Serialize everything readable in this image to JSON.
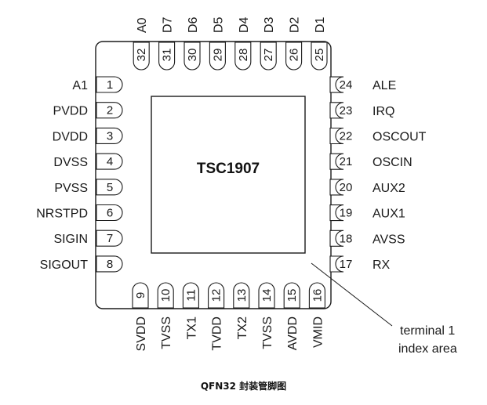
{
  "package": {
    "chip_label": "TSC1907",
    "caption": "QFN32 封装管脚图",
    "index_note_line1": "terminal 1",
    "index_note_line2": "index area"
  },
  "pins": {
    "left": [
      {
        "num": "1",
        "name": "A1"
      },
      {
        "num": "2",
        "name": "PVDD"
      },
      {
        "num": "3",
        "name": "DVDD"
      },
      {
        "num": "4",
        "name": "DVSS"
      },
      {
        "num": "5",
        "name": "PVSS"
      },
      {
        "num": "6",
        "name": "NRSTPD"
      },
      {
        "num": "7",
        "name": "SIGIN"
      },
      {
        "num": "8",
        "name": "SIGOUT"
      }
    ],
    "bottom": [
      {
        "num": "9",
        "name": "SVDD"
      },
      {
        "num": "10",
        "name": "TVSS"
      },
      {
        "num": "11",
        "name": "TX1"
      },
      {
        "num": "12",
        "name": "TVDD"
      },
      {
        "num": "13",
        "name": "TX2"
      },
      {
        "num": "14",
        "name": "TVSS"
      },
      {
        "num": "15",
        "name": "AVDD"
      },
      {
        "num": "16",
        "name": "VMID"
      }
    ],
    "right": [
      {
        "num": "17",
        "name": "RX"
      },
      {
        "num": "18",
        "name": "AVSS"
      },
      {
        "num": "19",
        "name": "AUX1"
      },
      {
        "num": "20",
        "name": "AUX2"
      },
      {
        "num": "21",
        "name": "OSCIN"
      },
      {
        "num": "22",
        "name": "OSCOUT"
      },
      {
        "num": "23",
        "name": "IRQ"
      },
      {
        "num": "24",
        "name": "ALE"
      }
    ],
    "top": [
      {
        "num": "25",
        "name": "D1"
      },
      {
        "num": "26",
        "name": "D2"
      },
      {
        "num": "27",
        "name": "D3"
      },
      {
        "num": "28",
        "name": "D4"
      },
      {
        "num": "29",
        "name": "D5"
      },
      {
        "num": "30",
        "name": "D6"
      },
      {
        "num": "31",
        "name": "D7"
      },
      {
        "num": "32",
        "name": "A0"
      }
    ]
  }
}
